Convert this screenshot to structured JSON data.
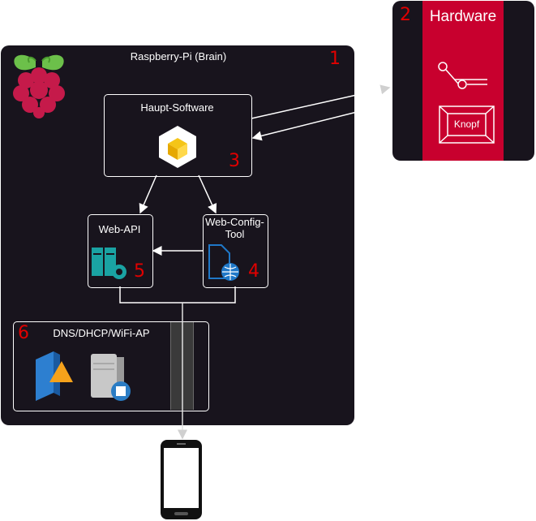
{
  "brain": {
    "title": "Raspberry-Pi (Brain)",
    "number": "1"
  },
  "hardware": {
    "number": "2",
    "title": "Hardware",
    "button_label": "Knopf"
  },
  "main_software": {
    "title": "Haupt-Software",
    "number": "3"
  },
  "web_config": {
    "title": "Web-Config-Tool",
    "number": "4"
  },
  "web_api": {
    "title": "Web-API",
    "number": "5"
  },
  "network": {
    "title": "DNS/DHCP/WiFi-AP",
    "number": "6"
  },
  "colors": {
    "panel": "#18141d",
    "hardware_accent": "#c8002e",
    "number": "#e00000",
    "server_teal": "#1aa3a3",
    "doc_blue": "#1f78c8"
  },
  "icons": [
    "raspberry-pi-logo-icon",
    "cube-icon",
    "server-gear-icon",
    "web-document-icon",
    "vpn-gateway-icon",
    "server-icon",
    "smartphone-icon",
    "switch-icon",
    "button-icon"
  ]
}
